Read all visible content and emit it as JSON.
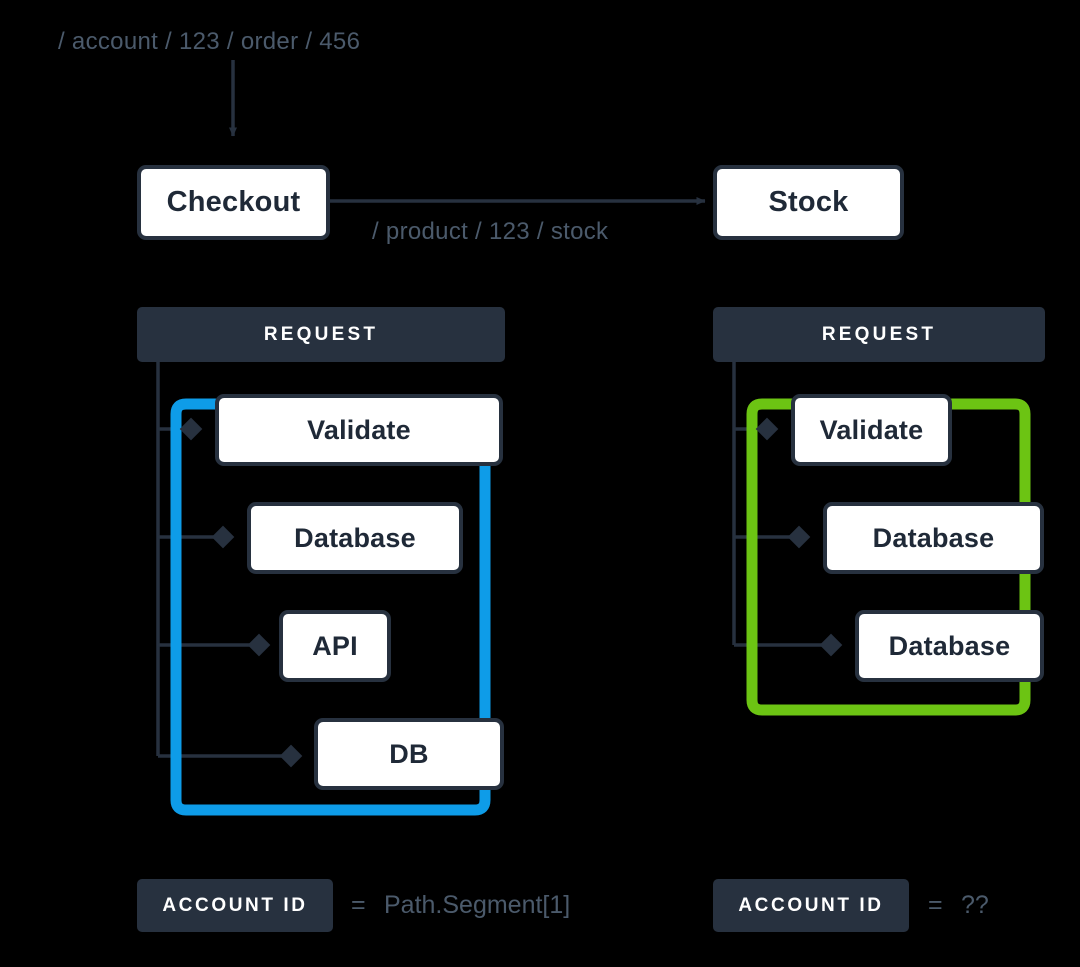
{
  "theme": {
    "background": "#000000",
    "ink": "#27313f",
    "box_fill": "#ffffff",
    "muted_text": "#4b5a6b",
    "highlight_blue": "#0e9ce8",
    "highlight_green": "#6cc413"
  },
  "top_flow": {
    "incoming_path_label": "/ account / 123 / order / 456",
    "service_a": "Checkout",
    "outgoing_path_label": "/ product / 123 / stock",
    "service_b": "Stock"
  },
  "panels": [
    {
      "id": "left",
      "header": "REQUEST",
      "highlight_color": "#0e9ce8",
      "spans": [
        "Validate",
        "Database",
        "API",
        "DB"
      ],
      "footer": {
        "chip": "ACCOUNT ID",
        "equals": "=",
        "value": "Path.Segment[1]"
      }
    },
    {
      "id": "right",
      "header": "REQUEST",
      "highlight_color": "#6cc413",
      "spans": [
        "Validate",
        "Database",
        "Database"
      ],
      "footer": {
        "chip": "ACCOUNT ID",
        "equals": "=",
        "value": "??"
      }
    }
  ]
}
